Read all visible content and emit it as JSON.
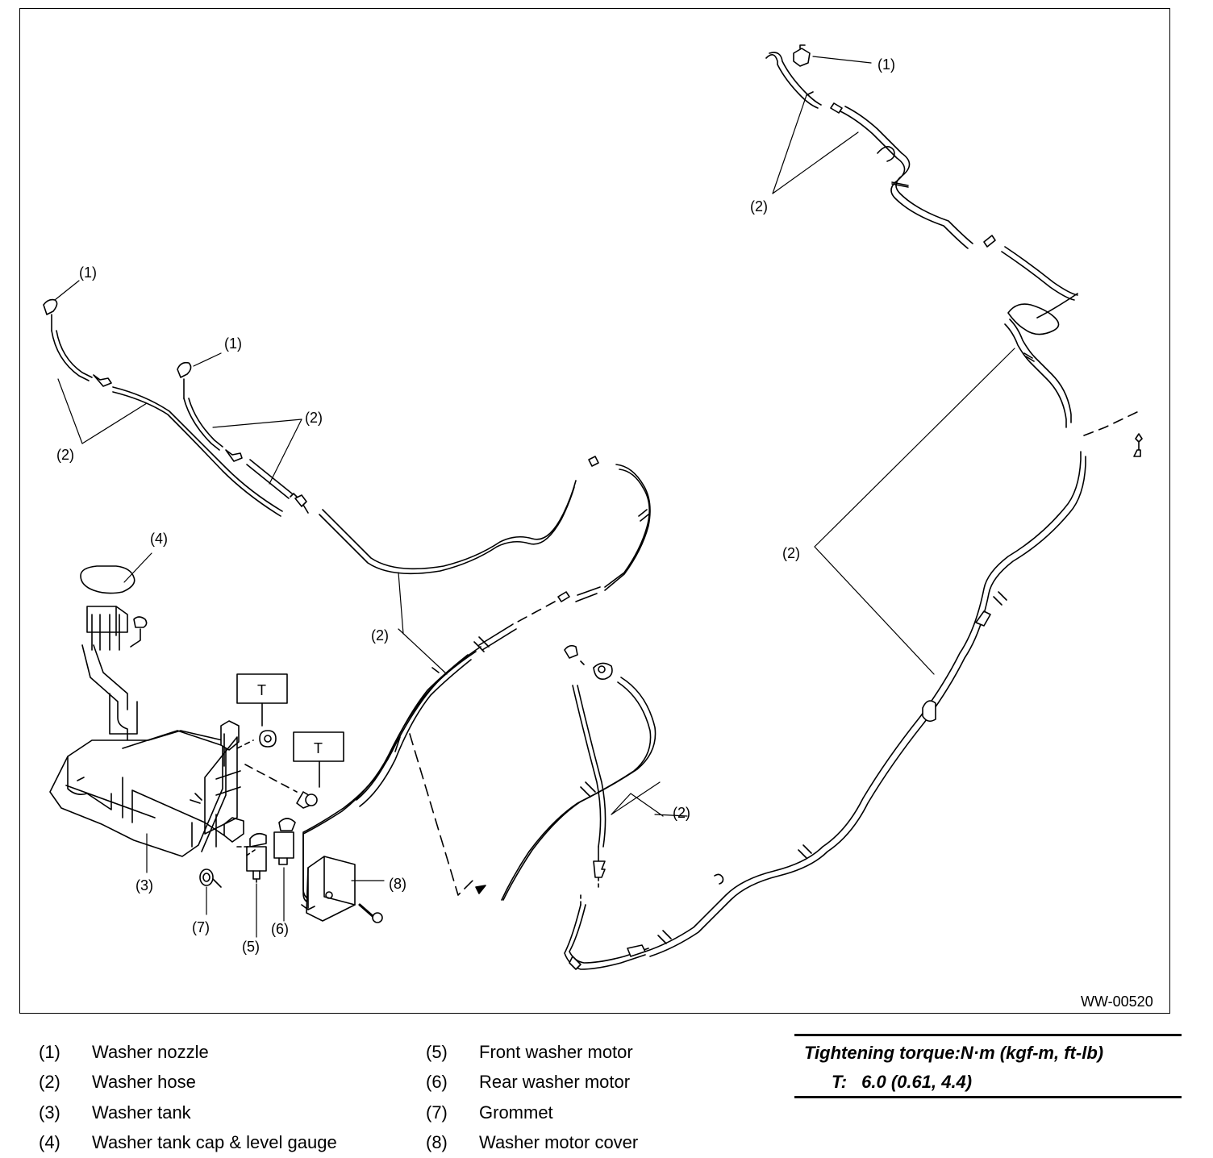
{
  "figure_id": "WW-00520",
  "callouts": {
    "nozzle": "(1)",
    "hose": "(2)",
    "tank": "(3)",
    "cap": "(4)",
    "front_motor": "(5)",
    "rear_motor": "(6)",
    "grommet": "(7)",
    "cover": "(8)",
    "torque_mark": "T"
  },
  "legend": [
    {
      "num": "(1)",
      "label": "Washer nozzle"
    },
    {
      "num": "(2)",
      "label": "Washer hose"
    },
    {
      "num": "(3)",
      "label": "Washer tank"
    },
    {
      "num": "(4)",
      "label": "Washer tank cap & level gauge"
    },
    {
      "num": "(5)",
      "label": "Front washer motor"
    },
    {
      "num": "(6)",
      "label": "Rear washer motor"
    },
    {
      "num": "(7)",
      "label": "Grommet"
    },
    {
      "num": "(8)",
      "label": "Washer motor cover"
    }
  ],
  "torque": {
    "title": "Tightening torque:N·m (kgf-m, ft-lb)",
    "symbol": "T:",
    "value": "6.0 (0.61, 4.4)"
  }
}
